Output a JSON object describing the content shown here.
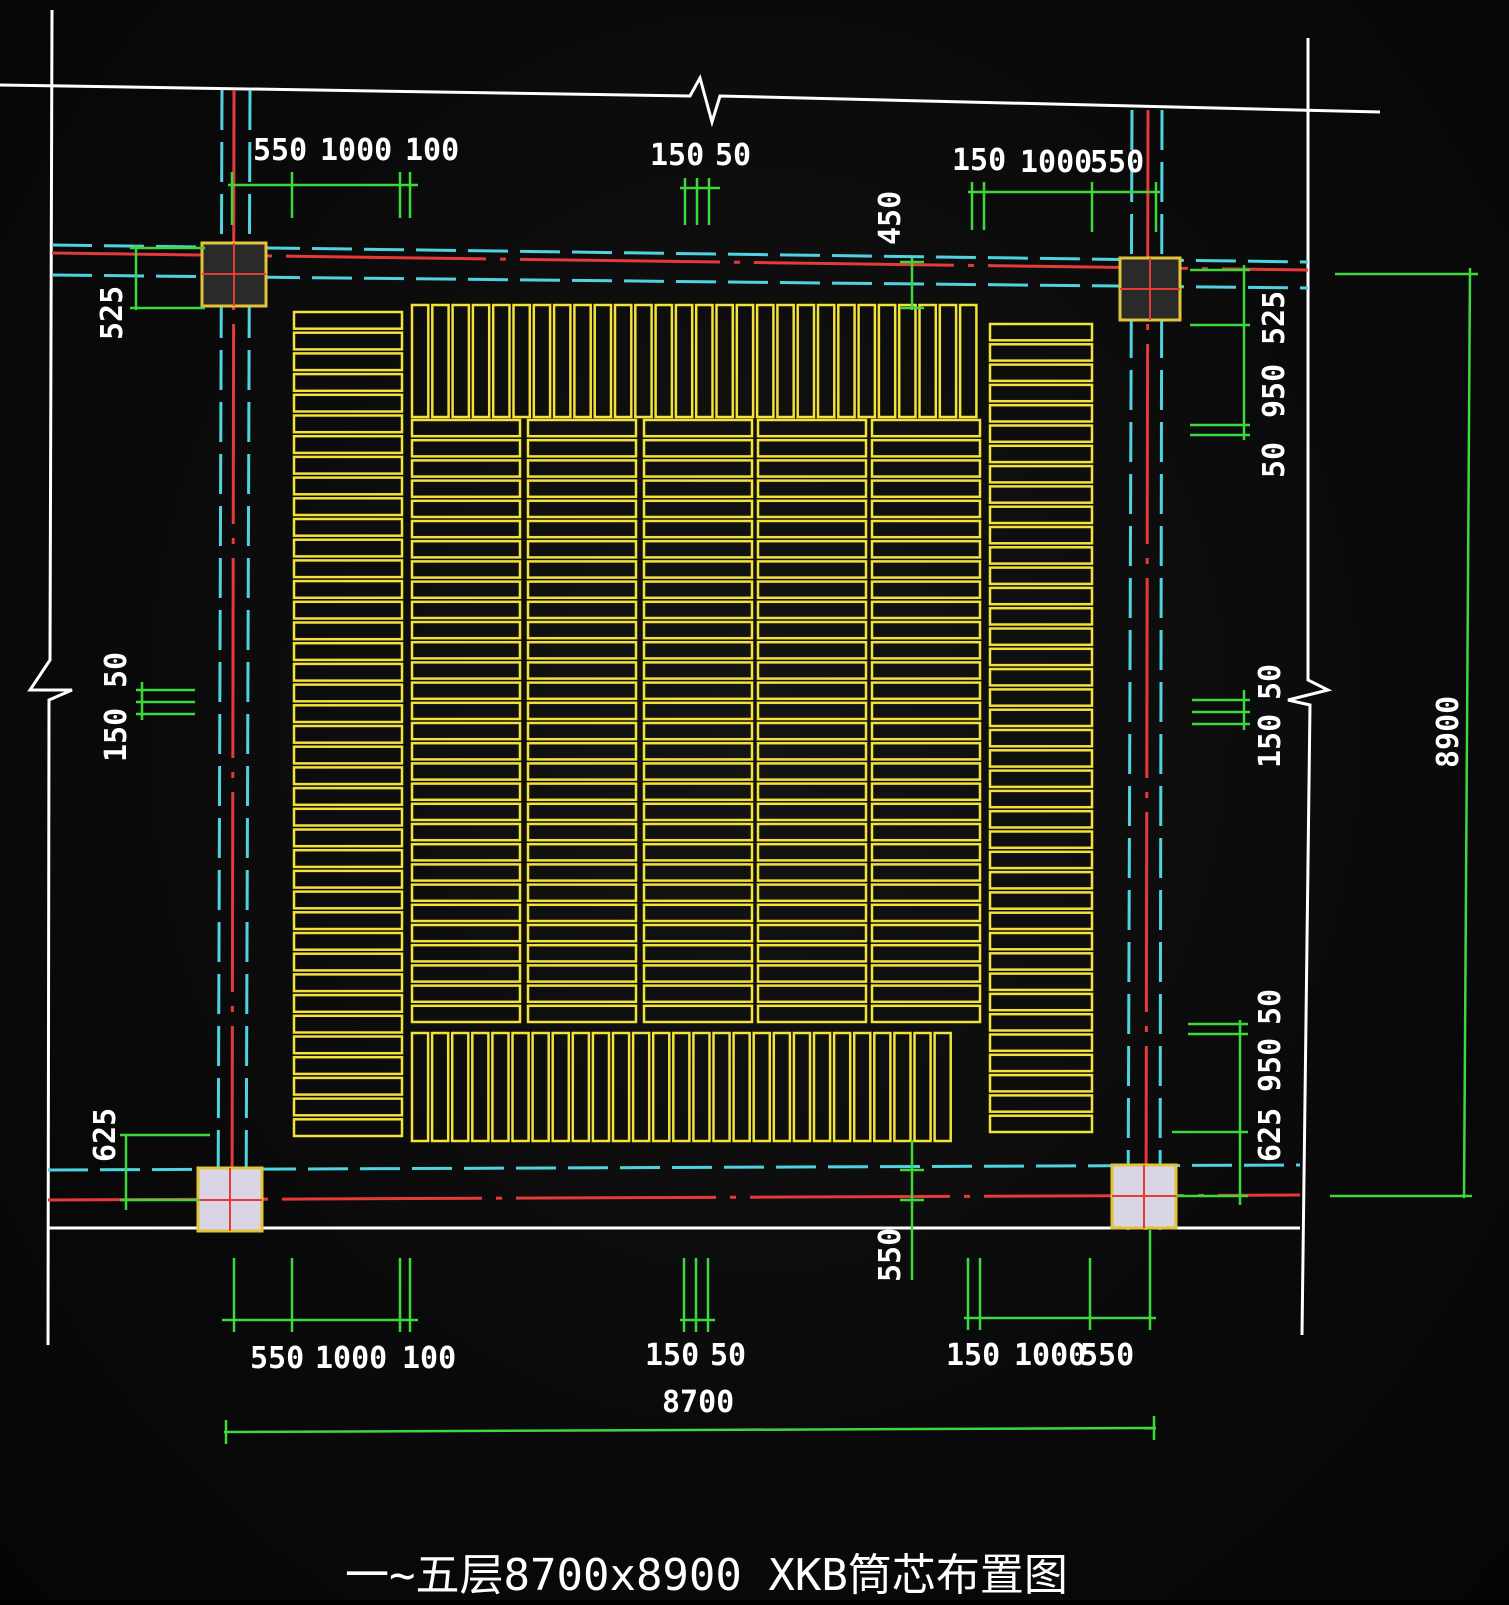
{
  "colors": {
    "background": "#0a0a0a",
    "boundary": "#ffffff",
    "cyan_line": "#4fd3e0",
    "red_line": "#e53a3a",
    "dimension": "#3cd83c",
    "panel": "#f2e23a",
    "column_fill": "#2a2a2a",
    "column_border": "#e3c33a"
  },
  "dimensions": {
    "top_left": [
      "550",
      "1000",
      "100"
    ],
    "top_center": [
      "150",
      "50"
    ],
    "top_right": [
      "150",
      "1000",
      "550"
    ],
    "top_offset": "450",
    "bottom_left": [
      "550",
      "1000",
      "100"
    ],
    "bottom_center": [
      "150",
      "50"
    ],
    "bottom_right": [
      "150",
      "1000",
      "550"
    ],
    "bottom_total": "8700",
    "bottom_offset": "550",
    "left_top": "525",
    "left_mid": [
      "50",
      "150"
    ],
    "left_bottom": "625",
    "right_top": [
      "525",
      "950",
      "50"
    ],
    "right_mid": [
      "50",
      "150"
    ],
    "right_bottom": [
      "50",
      "950",
      "625"
    ],
    "right_total": "8900"
  },
  "title": "一~五层8700x8900 XKB筒芯布置图"
}
